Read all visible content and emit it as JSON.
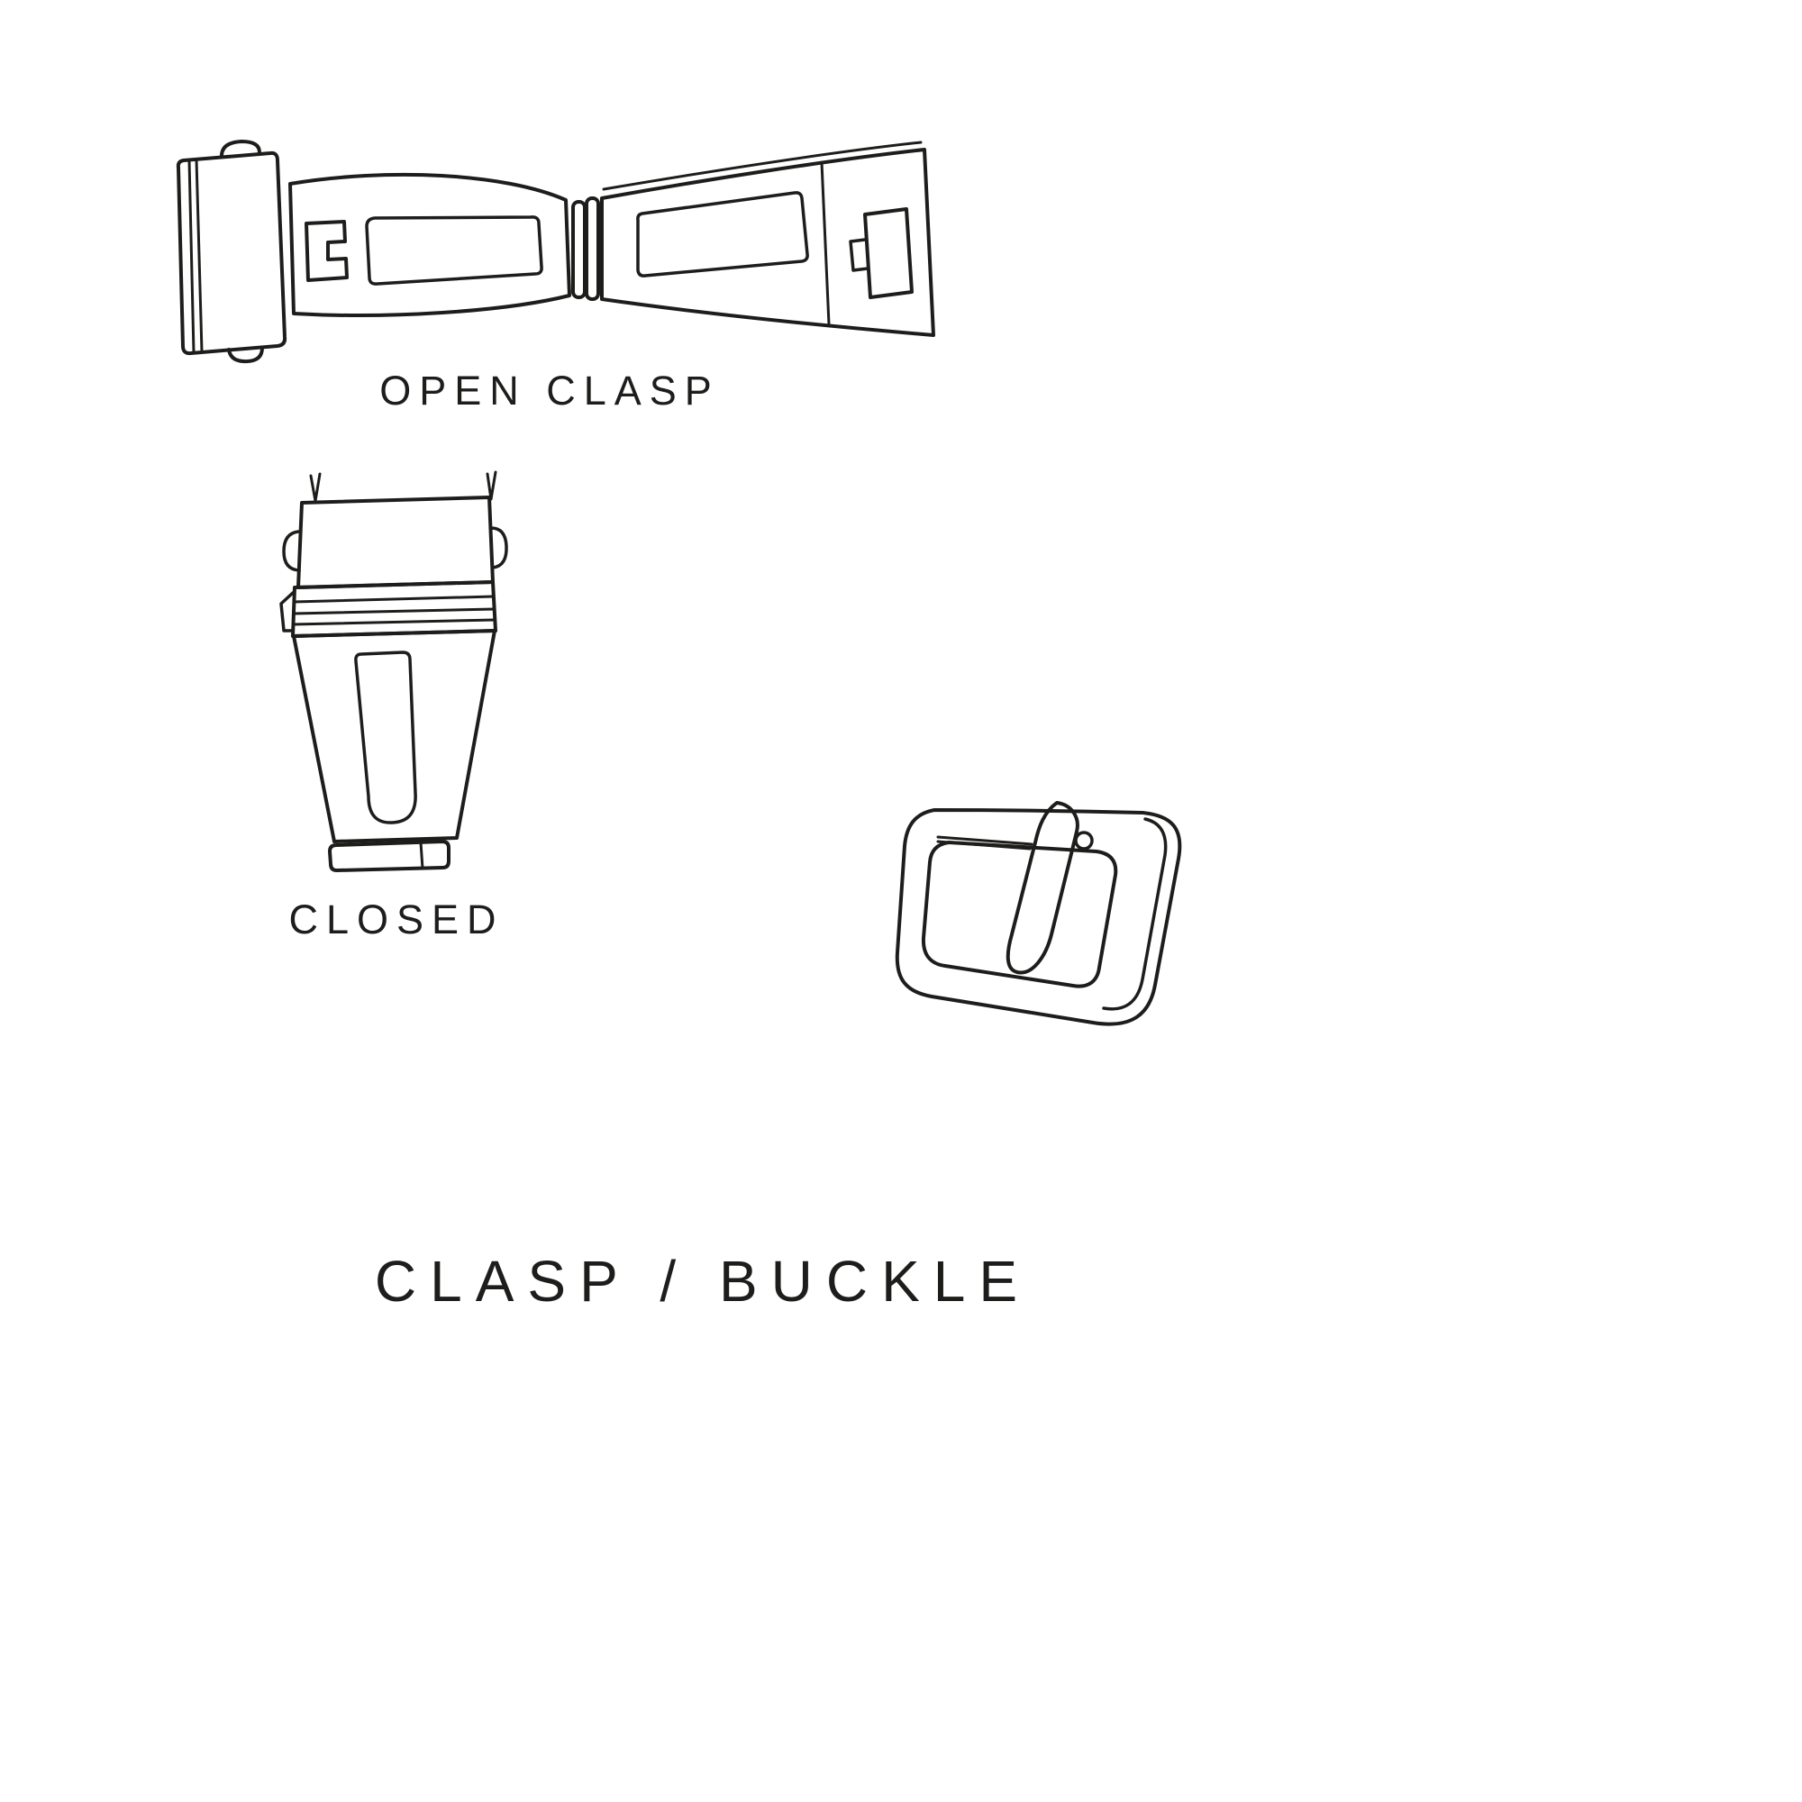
{
  "title": "CLASP / BUCKLE",
  "labels": {
    "open_clasp": "OPEN CLASP",
    "closed_clasp": "CLOSED"
  },
  "illustrations": {
    "open_clasp": "open-deployant-clasp-top-view",
    "closed_clasp": "closed-clasp-top-view",
    "buckle": "tang-buckle-perspective-view"
  },
  "colors": {
    "background": "#ffffff",
    "line": "#1d1d1b",
    "text": "#1d1d1b"
  }
}
